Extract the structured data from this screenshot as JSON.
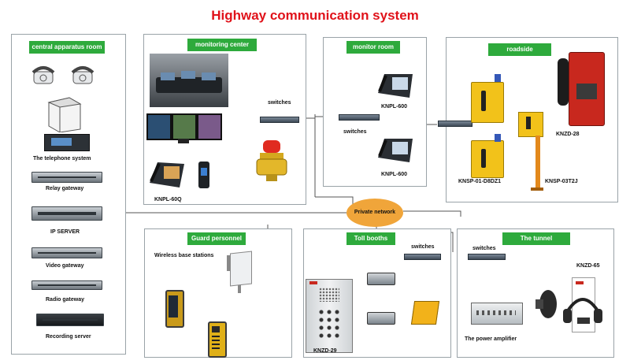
{
  "title": "Highway communication system",
  "central": {
    "tag": "central apparatus room",
    "telephone_system": "The telephone system",
    "relay_gateway": "Relay gateway",
    "ip_server": "IP SERVER",
    "video_gateway": "Video gateway",
    "radio_gateway": "Radio gateway",
    "recording_server": "Recording server"
  },
  "monitoring_center": {
    "tag": "monitoring center",
    "switches": "switches",
    "phone": "KNPL-60Q"
  },
  "monitor_room": {
    "tag": "monitor room",
    "switches": "switches",
    "phone_top": "KNPL-600",
    "phone_bottom": "KNPL-600"
  },
  "roadside": {
    "tag": "roadside",
    "red_phone": "KNZD-28",
    "yellow_phone": "KNSP-01-D8DZ1",
    "pole_phone": "KNSP-03T2J"
  },
  "network": {
    "label": "Private network"
  },
  "guard": {
    "tag": "Guard personnel",
    "wireless": "Wireless base stations"
  },
  "toll": {
    "tag": "Toll booths",
    "switches": "switches",
    "intercom": "KNZD-29"
  },
  "tunnel": {
    "tag": "The tunnel",
    "switches": "switches",
    "headset": "KNZD-65",
    "amplifier": "The power amplifier"
  },
  "colors": {
    "title": "#e0121a",
    "tag_bg": "#2eaa3c",
    "cloud": "#f0a53a",
    "yellow_equipment": "#f2c21a",
    "red_equipment": "#c8281e"
  }
}
